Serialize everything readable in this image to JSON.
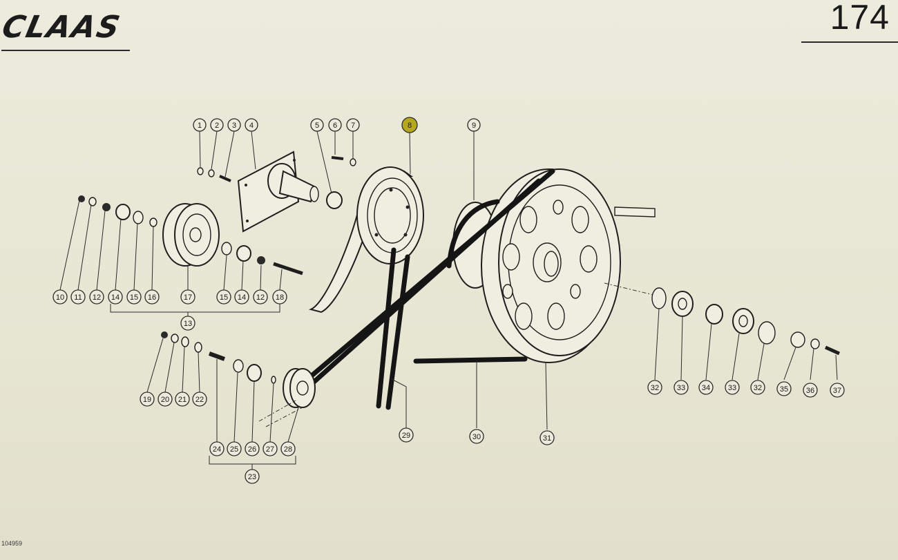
{
  "header": {
    "brand": "CLAAS",
    "page_number": "174"
  },
  "footer": {
    "drawing_ref": "104959"
  },
  "accent_color": "#b5a820",
  "callouts": {
    "c1": "1",
    "c2": "2",
    "c3": "3",
    "c4": "4",
    "c5": "5",
    "c6": "6",
    "c7": "7",
    "c8": "8",
    "c9": "9",
    "c10": "10",
    "c11": "11",
    "c12a": "12",
    "c14a": "14",
    "c15a": "15",
    "c16": "16",
    "c17": "17",
    "c15b": "15",
    "c14b": "14",
    "c12b": "12",
    "c18": "18",
    "c13": "13",
    "c19": "19",
    "c20": "20",
    "c21": "21",
    "c22": "22",
    "c24": "24",
    "c25": "25",
    "c26": "26",
    "c27": "27",
    "c28": "28",
    "c23": "23",
    "c29": "29",
    "c30": "30",
    "c31": "31",
    "c32a": "32",
    "c33a": "33",
    "c34": "34",
    "c33b": "33",
    "c32b": "32",
    "c35": "35",
    "c36": "36",
    "c37": "37"
  }
}
